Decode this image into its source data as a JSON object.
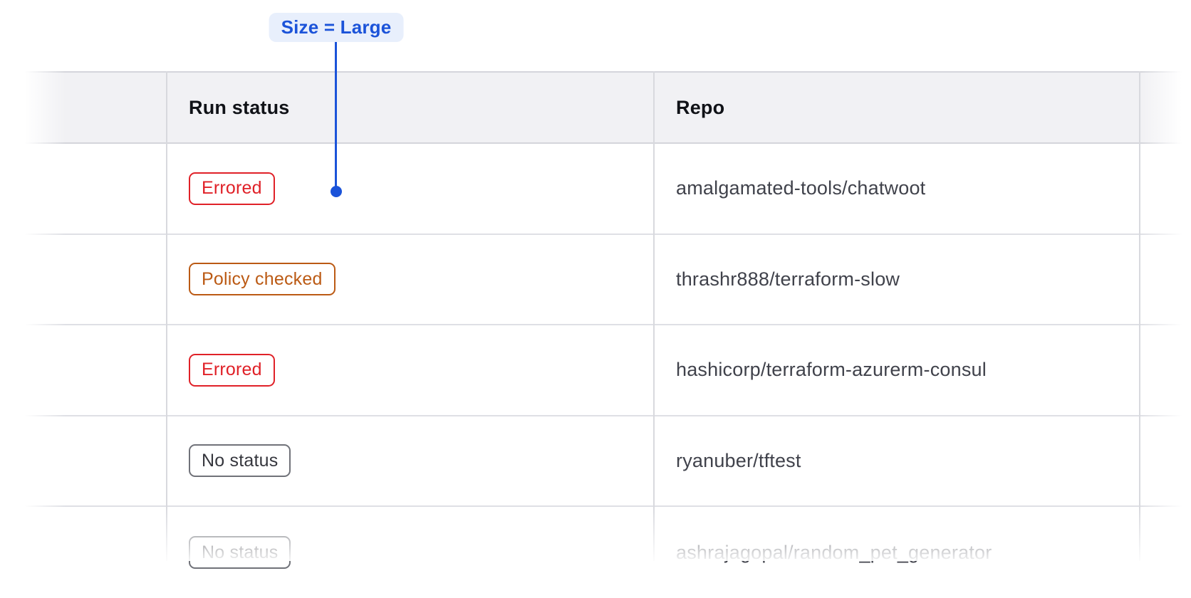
{
  "annotation": {
    "label": "Size = Large"
  },
  "table": {
    "columns": [
      {
        "label": ""
      },
      {
        "label": "Run status"
      },
      {
        "label": "Repo"
      }
    ],
    "rows": [
      {
        "status": "Errored",
        "variant": "critical",
        "repo": "amalgamated-tools/chatwoot"
      },
      {
        "status": "Policy checked",
        "variant": "warning",
        "repo": "thrashr888/terraform-slow"
      },
      {
        "status": "Errored",
        "variant": "critical",
        "repo": "hashicorp/terraform-azurerm-consul"
      },
      {
        "status": "No status",
        "variant": "neutral",
        "repo": "ryanuber/tftest"
      },
      {
        "status": "No status",
        "variant": "neutral",
        "repo": "ashrajagopal/random_pet_generator"
      }
    ]
  },
  "theme": {
    "annotation-fg": "#1b53d9",
    "annotation-bg": "#e8effc",
    "badge-critical": "#e02128",
    "badge-warning": "#bb5a14",
    "badge-neutral-text": "#35363d",
    "badge-neutral-border": "#707279",
    "header-bg": "#f1f1f4",
    "header-border": "#d4d5db",
    "row-border": "#dfe0e5",
    "column-border": "#d8d9de",
    "header-text": "#101217",
    "body-text": "#40424b"
  }
}
